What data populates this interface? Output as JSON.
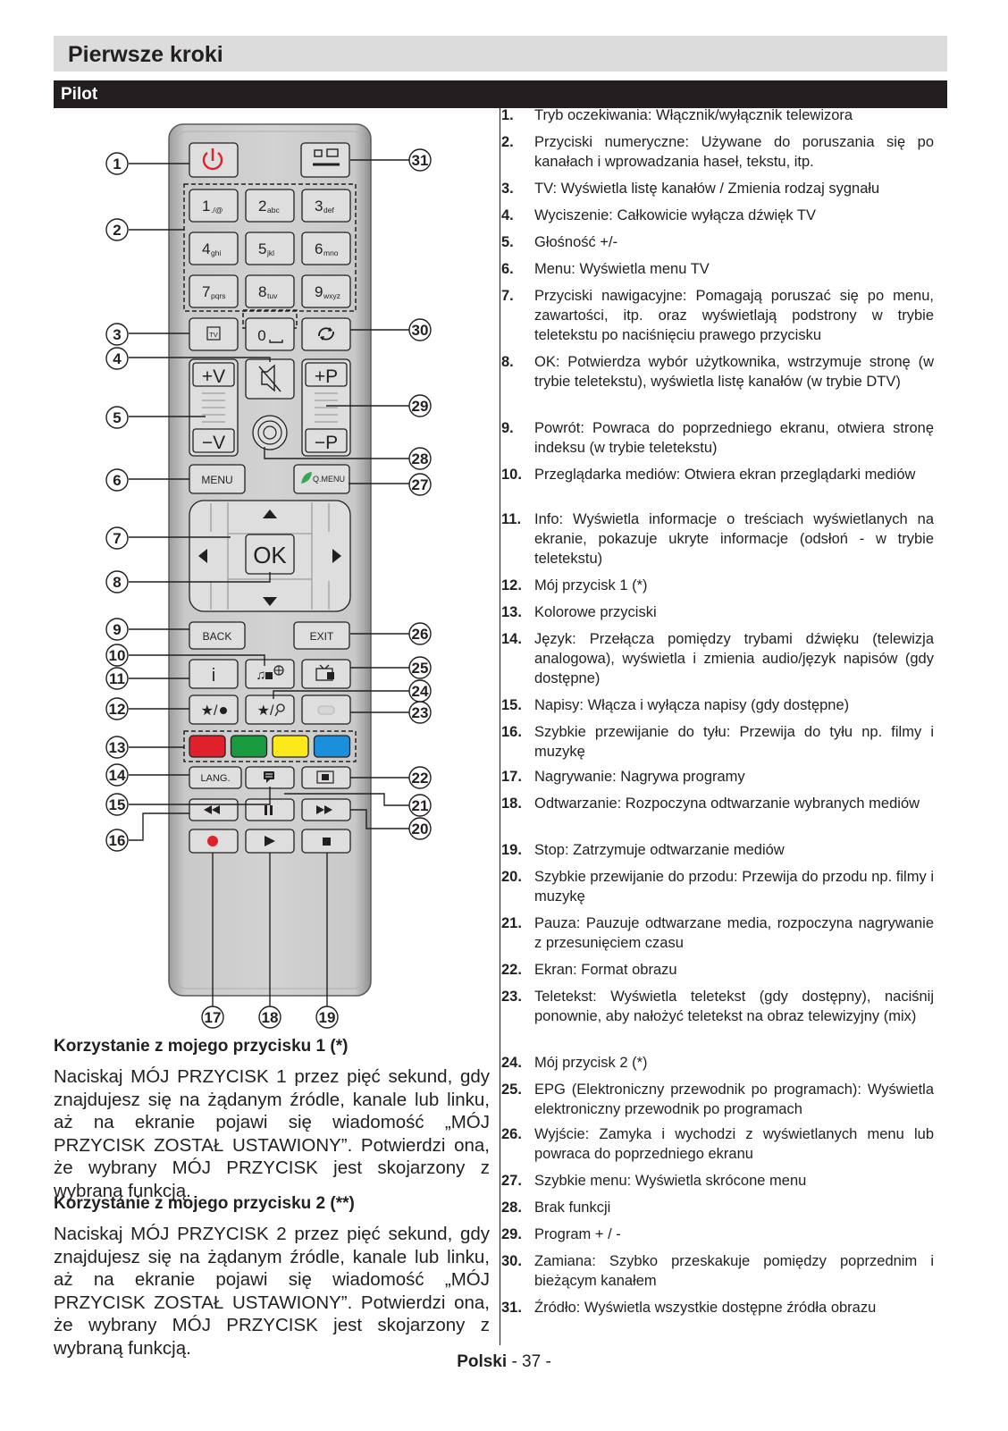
{
  "page": {
    "title": "Pierwsze kroki",
    "section": "Pilot",
    "footer_lang": "Polski",
    "footer_page": " - 37 -"
  },
  "remote": {
    "digits": [
      {
        "n": "1",
        "s": "./@"
      },
      {
        "n": "2",
        "s": "abc"
      },
      {
        "n": "3",
        "s": "def"
      },
      {
        "n": "4",
        "s": "ghi"
      },
      {
        "n": "5",
        "s": "jkl"
      },
      {
        "n": "6",
        "s": "mno"
      },
      {
        "n": "7",
        "s": "pqrs"
      },
      {
        "n": "8",
        "s": "tuv"
      },
      {
        "n": "9",
        "s": "wxyz"
      }
    ],
    "zero": "0",
    "tv": "TV",
    "vol_up": "+V",
    "vol_down": "−V",
    "prog_up": "+P",
    "prog_down": "−P",
    "menu": "MENU",
    "qmenu": "Q.MENU",
    "ok": "OK",
    "back": "BACK",
    "exit": "EXIT",
    "info": "i",
    "my1": "★/",
    "my2": "★/",
    "lang": "LANG.",
    "colors": [
      "#e0212b",
      "#1a9a3e",
      "#fbe91a",
      "#1b8fd9"
    ],
    "callouts": [
      {
        "n": "1"
      },
      {
        "n": "2"
      },
      {
        "n": "3"
      },
      {
        "n": "4"
      },
      {
        "n": "5"
      },
      {
        "n": "6"
      },
      {
        "n": "7"
      },
      {
        "n": "8"
      },
      {
        "n": "9"
      },
      {
        "n": "10"
      },
      {
        "n": "11"
      },
      {
        "n": "12"
      },
      {
        "n": "13"
      },
      {
        "n": "14"
      },
      {
        "n": "15"
      },
      {
        "n": "16"
      },
      {
        "n": "17"
      },
      {
        "n": "18"
      },
      {
        "n": "19"
      },
      {
        "n": "20"
      },
      {
        "n": "21"
      },
      {
        "n": "22"
      },
      {
        "n": "23"
      },
      {
        "n": "24"
      },
      {
        "n": "25"
      },
      {
        "n": "26"
      },
      {
        "n": "27"
      },
      {
        "n": "28"
      },
      {
        "n": "29"
      },
      {
        "n": "30"
      },
      {
        "n": "31"
      }
    ]
  },
  "legend": [
    {
      "num": "1.",
      "text": "Tryb oczekiwania: Włącznik/wyłącznik telewizora"
    },
    {
      "num": "2.",
      "text": "Przyciski numeryczne: Używane do poruszania się po kanałach i wprowadzania haseł, tekstu, itp."
    },
    {
      "num": "3.",
      "text": "TV: Wyświetla listę kanałów / Zmienia rodzaj sygnału"
    },
    {
      "num": "4.",
      "text": "Wyciszenie: Całkowicie wyłącza dźwięk TV"
    },
    {
      "num": "5.",
      "text": "Głośność +/-"
    },
    {
      "num": "6.",
      "text": "Menu: Wyświetla menu TV"
    },
    {
      "num": "7.",
      "text": "Przyciski nawigacyjne: Pomagają poruszać się po menu, zawartości, itp. oraz wyświetlają podstrony w trybie teletekstu po naciśnięciu prawego przycisku"
    },
    {
      "num": "8.",
      "text": "OK: Potwierdza wybór użytkownika, wstrzymuje stronę (w trybie teletekstu), wyświetla listę kanałów (w trybie DTV)"
    },
    {
      "num": "9.",
      "text": "Powrót: Powraca do poprzedniego ekranu, otwiera stronę indeksu (w trybie teletekstu)"
    },
    {
      "num": "10.",
      "text": "Przeglądarka mediów: Otwiera ekran przeglądarki mediów"
    },
    {
      "num": "11.",
      "text": "Info: Wyświetla informacje o treściach wyświetlanych na ekranie, pokazuje ukryte informacje (odsłoń - w trybie teletekstu)"
    },
    {
      "num": "12.",
      "text": "Mój przycisk 1 (*)"
    },
    {
      "num": "13.",
      "text": "Kolorowe przyciski"
    },
    {
      "num": "14.",
      "text": "Język: Przełącza pomiędzy trybami dźwięku (telewizja analogowa), wyświetla i zmienia audio/język napisów (gdy dostępne)"
    },
    {
      "num": "15.",
      "text": "Napisy: Włącza i wyłącza napisy (gdy dostępne)"
    },
    {
      "num": "16.",
      "text": "Szybkie przewijanie do tyłu: Przewija do tyłu np. filmy i muzykę"
    },
    {
      "num": "17.",
      "text": "Nagrywanie: Nagrywa programy"
    },
    {
      "num": "18.",
      "text": "Odtwarzanie: Rozpoczyna odtwarzanie wybranych mediów"
    },
    {
      "num": "19.",
      "text": "Stop: Zatrzymuje odtwarzanie mediów"
    },
    {
      "num": "20.",
      "text": "Szybkie przewijanie do przodu: Przewija do przodu np. filmy i muzykę"
    },
    {
      "num": "21.",
      "text": "Pauza: Pauzuje odtwarzane media, rozpoczyna nagrywanie z przesunięciem czasu"
    },
    {
      "num": "22.",
      "text": "Ekran: Format obrazu"
    },
    {
      "num": "23.",
      "text": "Teletekst: Wyświetla teletekst (gdy dostępny), naciśnij ponownie, aby nałożyć teletekst na obraz telewizyjny (mix)"
    },
    {
      "num": "24.",
      "text": "Mój przycisk 2 (*)"
    },
    {
      "num": "25.",
      "text": "EPG (Elektroniczny przewodnik po programach): Wyświetla elektroniczny przewodnik po programach"
    },
    {
      "num": "26.",
      "text": "Wyjście: Zamyka i wychodzi z wyświetlanych menu lub powraca do poprzedniego ekranu"
    },
    {
      "num": "27.",
      "text": "Szybkie menu: Wyświetla skrócone menu"
    },
    {
      "num": "28.",
      "text": "Brak funkcji"
    },
    {
      "num": "29.",
      "text": "Program + / -"
    },
    {
      "num": "30.",
      "text": "Zamiana: Szybko przeskakuje pomiędzy poprzednim i bieżącym kanałem"
    },
    {
      "num": "31.",
      "text": "Źródło: Wyświetla wszystkie dostępne źródła obrazu"
    }
  ],
  "usage": {
    "h1": "Korzystanie z mojego przycisku 1 (*)",
    "p1": "Naciskaj MÓJ PRZYCISK 1 przez pięć sekund, gdy znajdujesz się na żądanym źródle, kanale lub linku, aż na ekranie pojawi się wiadomość „MÓJ PRZYCISK ZOSTAŁ USTAWIONY”. Potwierdzi ona, że wybrany MÓJ PRZYCISK jest skojarzony z wybraną funkcją.",
    "h2": "Korzystanie z mojego przycisku 2 (**)",
    "p2": "Naciskaj MÓJ PRZYCISK 2 przez pięć sekund, gdy znajdujesz się na żądanym źródle, kanale lub linku, aż na ekranie pojawi się wiadomość „MÓJ PRZYCISK ZOSTAŁ USTAWIONY”. Potwierdzi ona, że wybrany MÓJ PRZYCISK jest skojarzony z wybraną funkcją."
  }
}
